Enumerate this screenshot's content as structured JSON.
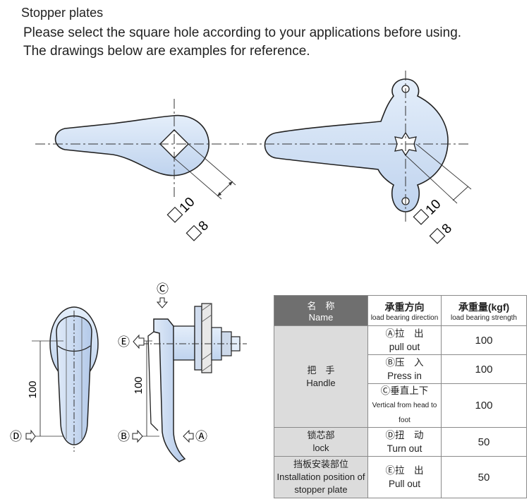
{
  "header": {
    "title": "Stopper plates",
    "line1": "Please select the square hole according to your applications before using.",
    "line2": "The drawings below are examples for reference."
  },
  "dims": {
    "sq10": "10",
    "sq8": "8",
    "h100": "100"
  },
  "markers": {
    "C": "Ⓒ",
    "E": "Ⓔ",
    "D": "Ⓓ",
    "B": "Ⓑ",
    "A": "Ⓐ"
  },
  "table": {
    "head": {
      "name_zh": "名　称",
      "name_en": "Name",
      "dir_zh": "承重方向",
      "dir_en": "load bearing direction",
      "str_zh": "承重量(kgf)",
      "str_en": "load bearing strength"
    },
    "groups": [
      {
        "zh": "把　手",
        "en": "Handle"
      },
      {
        "zh": "锁芯部",
        "en": "lock"
      },
      {
        "zh": "挡板安装部位",
        "en": "Installation position of stopper plate"
      }
    ],
    "rows": [
      {
        "dir_zh": "Ⓐ拉　出",
        "dir_en": "pull out",
        "value": "100"
      },
      {
        "dir_zh": "Ⓑ压　入",
        "dir_en": "Press in",
        "value": "100"
      },
      {
        "dir_zh": "Ⓒ垂直上下",
        "dir_en": "Vertical from head to foot",
        "value": "100"
      },
      {
        "dir_zh": "Ⓓ扭　动",
        "dir_en": "Turn out",
        "value": "50"
      },
      {
        "dir_zh": "Ⓔ拉　出",
        "dir_en": "Pull out",
        "value": "50"
      }
    ]
  }
}
